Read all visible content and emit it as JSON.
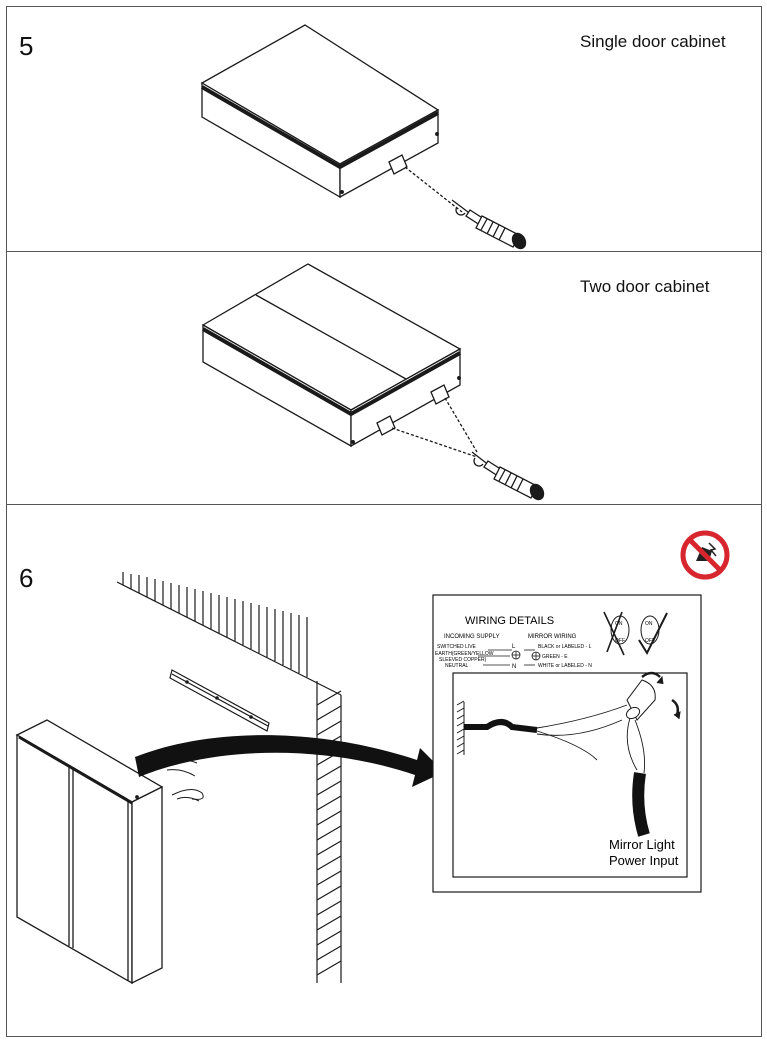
{
  "step5": {
    "number": "5",
    "single_caption": "Single door cabinet",
    "two_caption": "Two door cabinet"
  },
  "step6": {
    "number": "6",
    "prohibition_icon": "no-touch-electrical-icon",
    "wiring": {
      "title": "WIRING DETAILS",
      "incoming_header": "INCOMING SUPPLY",
      "mirror_header": "MIRROR WIRING",
      "row1_left": "SWITCHED LIVE",
      "row1_mid": "L",
      "row1_right": "BLACK or LABELED - L",
      "row2_left_a": "EARTH(GREEN/YELLOW",
      "row2_left_b": "SLEEVED COPPER)",
      "row2_right": "GREEN - E",
      "row3_left": "NEUTRAL",
      "row3_mid": "N",
      "row3_right": "WHITE or LABELED - N",
      "on_label": "ON",
      "off_label": "OFF",
      "power_label_line1": "Mirror Light",
      "power_label_line2": "Power Input"
    }
  },
  "colors": {
    "line": "#1a1a1a",
    "prohibit_red": "#d7262e"
  }
}
